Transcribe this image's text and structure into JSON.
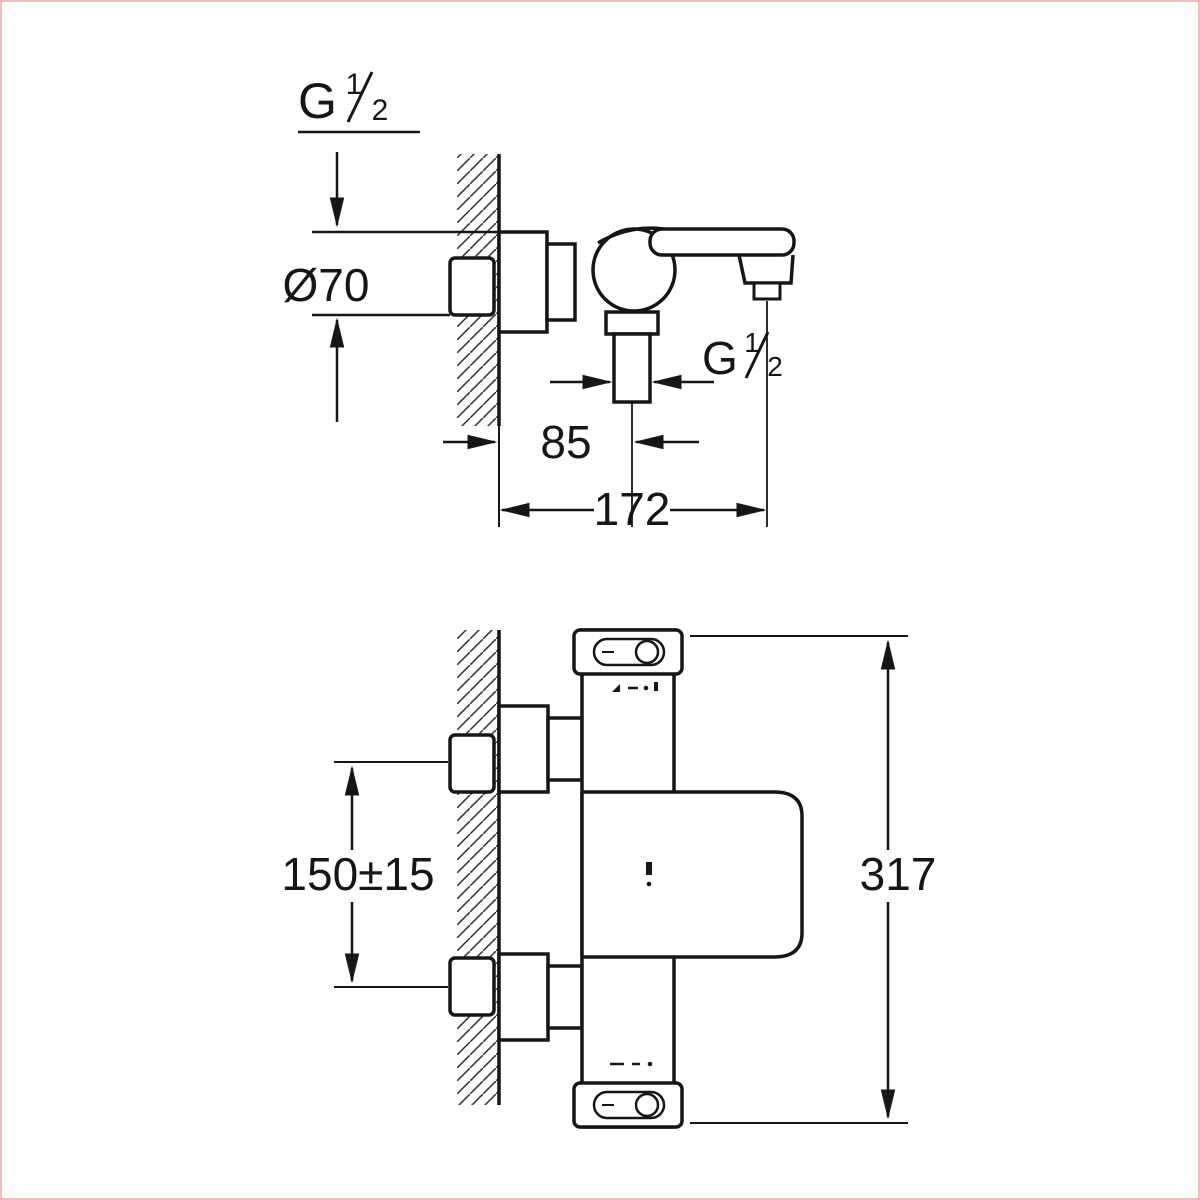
{
  "page": {
    "background": "#ffffff",
    "border_color": "#f0bdbd"
  },
  "drawing": {
    "kind": "technical-dimension-drawing",
    "subject": "wall-mounted thermostatic bath/shower mixer, side view (top) and front view (bottom)",
    "stroke_color": "#161616",
    "labels": {
      "thread_top": {
        "letter": "G",
        "numerator": "1",
        "denominator": "2"
      },
      "diameter": "Ø70",
      "offset_85": "85",
      "projection_172": "172",
      "thread_mid": {
        "letter": "G",
        "numerator": "1",
        "denominator": "2"
      },
      "inlet_spacing": "150±15",
      "height_317": "317"
    }
  }
}
